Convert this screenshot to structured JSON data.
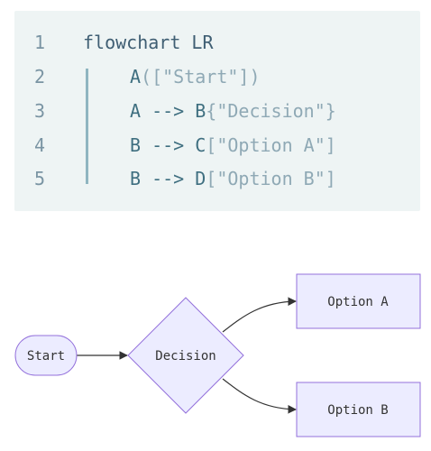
{
  "code": {
    "lines": [
      {
        "n": "1",
        "parts": [
          "flowchart LR"
        ]
      },
      {
        "n": "2",
        "parts": [
          "A",
          "([\"Start\"])"
        ]
      },
      {
        "n": "3",
        "parts": [
          "A --> B",
          "{\"Decision\"}"
        ]
      },
      {
        "n": "4",
        "parts": [
          "B --> C",
          "[\"Option A\"]"
        ]
      },
      {
        "n": "5",
        "parts": [
          "B --> D",
          "[\"Option B\"]"
        ]
      }
    ]
  },
  "diagram": {
    "nodes": {
      "start": "Start",
      "decision": "Decision",
      "option_a": "Option A",
      "option_b": "Option B"
    },
    "colors": {
      "node_fill": "#ececff",
      "node_stroke": "#9370db",
      "edge": "#333333"
    }
  }
}
